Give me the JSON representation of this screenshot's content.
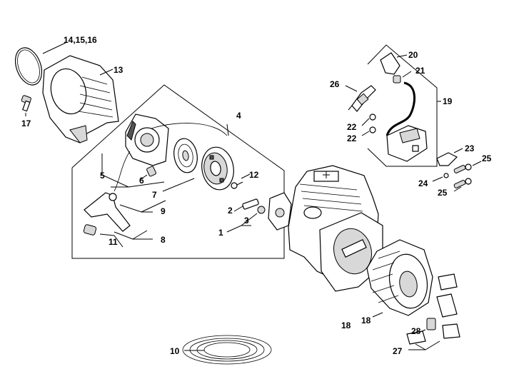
{
  "diagram": {
    "labels": {
      "l1": "1",
      "l2": "2",
      "l3": "3",
      "l4": "4",
      "l5": "5",
      "l6": "6",
      "l7": "7",
      "l8": "8",
      "l9": "9",
      "l10": "10",
      "l11": "11",
      "l12": "12",
      "l13": "13",
      "l14": "14,15,16",
      "l17": "17",
      "l18a": "18",
      "l18b": "18",
      "l19": "19",
      "l20": "20",
      "l21": "21",
      "l22a": "22",
      "l22b": "22",
      "l23": "23",
      "l24": "24",
      "l25a": "25",
      "l25b": "25",
      "l26": "26",
      "l27": "27",
      "l28": "28"
    }
  }
}
